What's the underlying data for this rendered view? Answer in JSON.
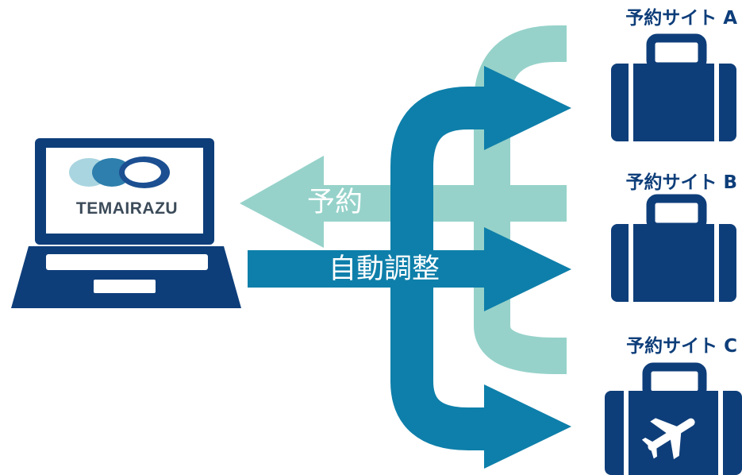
{
  "logo": {
    "text": "TEMAIRAZU"
  },
  "arrows": {
    "reserve": "予約",
    "auto": "自動調整"
  },
  "sites": [
    {
      "label": "予約サイト A"
    },
    {
      "label": "予約サイト B"
    },
    {
      "label": "予約サイト C"
    }
  ],
  "colors": {
    "navy": "#0e3e7a",
    "teal": "#0e7faa",
    "mint": "#96d2ca"
  }
}
